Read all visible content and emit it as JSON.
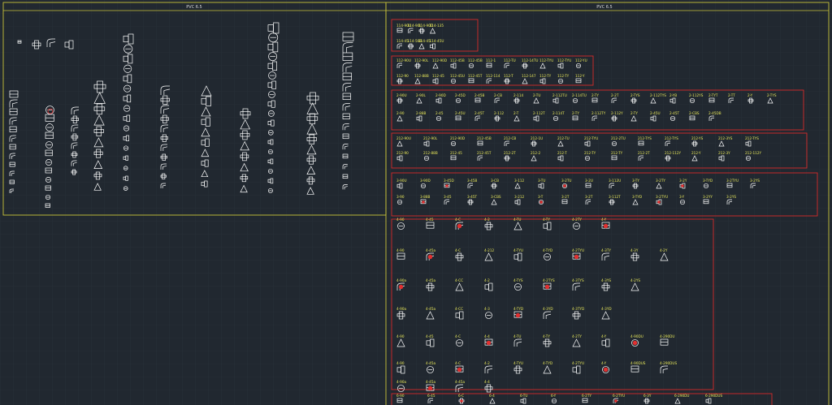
{
  "colors": {
    "background": "#212830",
    "grid": "#2b333c",
    "panel_border": "#c9c23a",
    "group_border": "#d62b2b",
    "symbol_stroke": "#ffffff",
    "label": "#e8e85a",
    "accent_red": "#e03030"
  },
  "panels": {
    "left_title": "PVC 6.5",
    "right_title": "PVC 6.5"
  },
  "groups": [
    {
      "rows": [
        [
          "114-90U",
          "114-90L",
          "114-90D",
          "114-135"
        ],
        [
          "114-45",
          "114-56B",
          "114-45",
          "114-45U"
        ]
      ]
    },
    {
      "rows": [
        [
          "112-90U",
          "112-90L",
          "112-90D",
          "112-45B",
          "112-45B",
          "112-1",
          "112-TU",
          "112-14TU",
          "112-TYU",
          "112-TYU",
          "112-YU"
        ],
        [
          "112-90",
          "112-88B",
          "112-45",
          "112-45U",
          "112-45T",
          "112-114",
          "112-T",
          "112-147",
          "112-TY",
          "112-TY",
          "112-Y"
        ]
      ]
    },
    {
      "rows": [
        [
          "2-90U",
          "2-90L",
          "2-90D",
          "2-45D",
          "2-45B",
          "2-CB",
          "2-114",
          "2-TU",
          "2-112TU",
          "2-114TU",
          "2-TY",
          "2-2T",
          "2-TYS",
          "2-112TYS",
          "2-YB",
          "2-112YS",
          "2-TYT",
          "2-TT",
          "2-Y",
          "2-TYS"
        ],
        [
          "2-90",
          "2-88B",
          "2-45",
          "2-45U",
          "2-45T",
          "2-112",
          "2-T",
          "2-112T",
          "2-114T",
          "2-TY",
          "2-112TY",
          "2-112Y",
          "2-TY",
          "2-45U",
          "2-45T",
          "2-CBS",
          "2-45DB"
        ]
      ]
    },
    {
      "rows": [
        [
          "212-90U",
          "212-90L",
          "212-90D",
          "212-45B",
          "212-CB",
          "212-1U",
          "212-TU",
          "212-TYU",
          "212-2TU",
          "212-TYS",
          "212-TYS",
          "212-YS",
          "212-3YS",
          "212-TYS"
        ],
        [
          "212-90",
          "212-88B",
          "212-45",
          "212-45T",
          "212-2T",
          "212-2",
          "212-T",
          "212-TY",
          "212-TY",
          "212-2T",
          "212-112Y",
          "212-Y",
          "212-3Y",
          "212-112Y"
        ]
      ]
    },
    {
      "rows": [
        [
          "3-90U",
          "3-90D",
          "3-45D",
          "3-45B",
          "3-CB",
          "3-112",
          "3-TU",
          "3-2TU",
          "3-2U",
          "3-112U",
          "3-TY",
          "3-2TY",
          "3-2Y",
          "3-TYD",
          "3-2TYU",
          "3-2YS"
        ],
        [
          "3-90",
          "3-88B",
          "3-45",
          "3-45T",
          "3-CBS",
          "3-212",
          "3-T",
          "3-2T",
          "3-2T",
          "3-112T",
          "3-TYD",
          "3-2TYU",
          "3-Y",
          "3-2YY",
          "3-2YS"
        ]
      ]
    },
    {
      "rows": [
        [
          "4-90",
          "4-45",
          "4-C",
          "4-2",
          "4-TU",
          "4-TY",
          "4-2TY",
          "4-Y"
        ],
        [
          "4-90",
          "4-45a",
          "4-C",
          "4-212",
          "4-TYU",
          "4-TYD",
          "4-2TYU",
          "4-3TY",
          "4-3Y",
          "4-2Y"
        ],
        [
          "4-90a",
          "4-45a",
          "4-CC",
          "4-2",
          "4-TYS",
          "4-2TYS",
          "4-3TYS",
          "4-3YS",
          "4-2YS"
        ],
        [
          "4-90a",
          "4-45a",
          "4-CC",
          "4-3",
          "4-TYD",
          "4-3YD",
          "4-3TYD",
          "4-3YD"
        ],
        [
          "4-90",
          "4-45",
          "4-C",
          "4-4",
          "4-TU",
          "4-TY",
          "4-2TY",
          "4-Y",
          "4-90DU",
          "4-290DU"
        ],
        [
          "4-90",
          "4-45a",
          "4-C",
          "4-2",
          "4-TYU",
          "4-TYD",
          "4-2TYU",
          "4-Y",
          "4-90DUS",
          "4-290DUS"
        ],
        [
          "4-90a",
          "4-45a",
          "4-45a",
          "4-4"
        ]
      ]
    },
    {
      "rows": [
        [
          "6-90",
          "6-45",
          "6-C",
          "6-4",
          "6-TU",
          "6-Y",
          "6-2TY",
          "6-2TYU",
          "6-3Y",
          "6-290DU",
          "6-290DUS"
        ]
      ]
    }
  ]
}
